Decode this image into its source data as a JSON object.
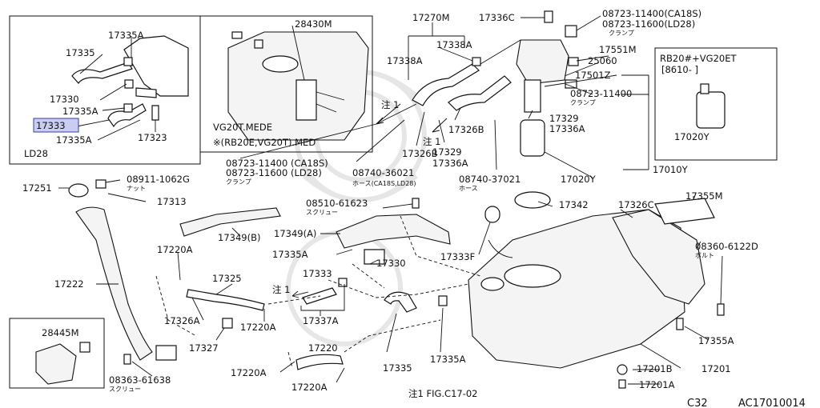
{
  "labels": {
    "p17335A_1": "17335A",
    "p17335": "17335",
    "p17330_1": "17330",
    "p17335A_2": "17335A",
    "p17333_1": "17333",
    "p17335A_3": "17335A",
    "p17323": "17323",
    "ld28": "LD28",
    "p28430M": "28430M",
    "vg20t_mede": "VG20T.MEDE",
    "rb20e_note": "※(RB20E,VG20T).MED",
    "p17270M": "17270M",
    "p17338A_1": "17338A",
    "p17338A_2": "17338A",
    "p17336C": "17336C",
    "p08723_11400_ca18s": "08723-11400(CA18S)",
    "p08723_11600_ld28": "08723-11600(LD28)",
    "clamp_jp_1": "クランプ",
    "p17551M": "17551M",
    "p25060": "25060",
    "p17501Z": "17501Z",
    "p08723_11400": "08723-11400",
    "clamp_jp_2": "クランプ",
    "p17329_1": "17329",
    "p17336A_1": "17336A",
    "note1_a": "注 1",
    "p17326B_1": "17326B",
    "p17326B_2": "17326B",
    "note1_b": "注 1",
    "p17329_2": "17329",
    "p17336A_2": "17336A",
    "rb20_vg20et": "RB20#+VG20ET",
    "rb20_range": "[8610-    ]",
    "p17020Y_1": "17020Y",
    "p17020Y_2": "17020Y",
    "p17010Y": "17010Y",
    "p08723_11400_ca18s_b": "08723-11400 (CA18S)",
    "p08723_11600_ld28_b": "08723-11600 (LD28)",
    "clamp_jp_3": "クランプ",
    "p08740_36021": "08740-36021",
    "hose_ca18s_ld28": "ホース(CA18S,LD28)",
    "p08740_37021": "08740-37021",
    "hose_jp": "ホース",
    "p17251": "17251",
    "p08911_1062G": "08911-1062G",
    "nut_jp": "ナット",
    "p17313": "17313",
    "p08510_61623": "08510-61623",
    "screw_jp_1": "スクリュー",
    "p17342": "17342",
    "p17326C": "17326C",
    "p17355M": "17355M",
    "p17349B": "17349(B)",
    "p17349A": "17349(A)",
    "p17333F": "17333F",
    "p08360_6122D": "08360-6122D",
    "bolt_jp": "ボルト",
    "p17220A_1": "17220A",
    "p17335A_4": "17335A",
    "p17330_2": "17330",
    "p17222": "17222",
    "p17325": "17325",
    "p17333_2": "17333",
    "note1_c": "注 1",
    "p17326A": "17326A",
    "p17220A_2": "17220A",
    "p17337A": "17337A",
    "p28445M": "28445M",
    "p17327": "17327",
    "p17220": "17220",
    "p17220A_3": "17220A",
    "p17335_2": "17335",
    "p17335A_5": "17335A",
    "p17355A": "17355A",
    "p17201B": "17201B",
    "p17201": "17201",
    "p08363_61638": "08363-61638",
    "screw_jp_2": "スクリュー",
    "p17220A_4": "17220A",
    "p17201A": "17201A",
    "fig_note": "注1 FIG.C17-02",
    "page_code": "C32",
    "fig_id": "AC17010014"
  },
  "colors": {
    "ink": "#111111",
    "highlight_fill": "#c9cdf2",
    "highlight_stroke": "#3a3f9a"
  }
}
